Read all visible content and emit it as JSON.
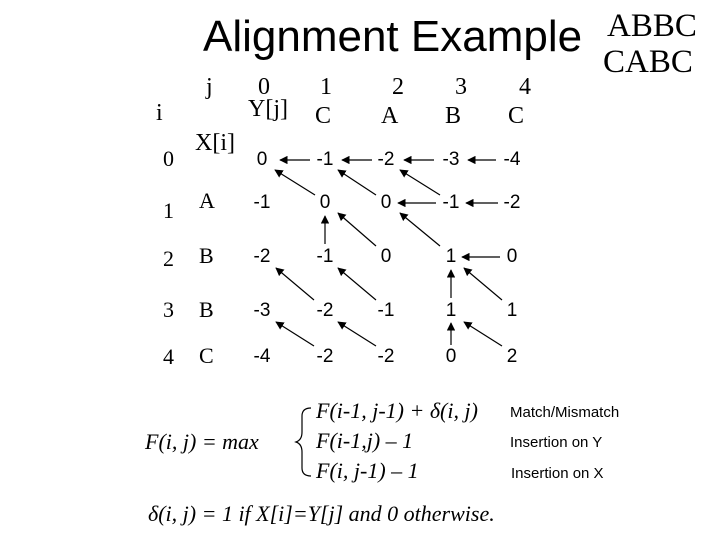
{
  "title": "Alignment Example",
  "sequences": [
    "ABBC",
    "CABC"
  ],
  "table": {
    "j_label": "j",
    "i_label": "i",
    "y_label": "Y[j]",
    "x_label": "X[i]",
    "col_indices": [
      "0",
      "1",
      "2",
      "3",
      "4"
    ],
    "col_chars": [
      "C",
      "A",
      "B",
      "C"
    ],
    "row_indices": [
      "0",
      "1",
      "2",
      "3",
      "4"
    ],
    "row_chars": [
      "A",
      "B",
      "B",
      "C"
    ],
    "cells": [
      [
        "0",
        "-1",
        "-2",
        "-3",
        "-4"
      ],
      [
        "-1",
        "0",
        "0",
        "-1",
        "-2"
      ],
      [
        "-2",
        "-1",
        "0",
        "1",
        "0"
      ],
      [
        "-3",
        "-2",
        "-1",
        "1",
        "1"
      ],
      [
        "-4",
        "-2",
        "-2",
        "0",
        "2"
      ]
    ]
  },
  "recurrence": {
    "lhs": "F(i, j) = max",
    "cases": [
      "F(i-1, j-1) + δ(i, j)",
      "F(i-1,j) – 1",
      "F(i, j-1) – 1"
    ],
    "notes": [
      "Match/Mismatch",
      "Insertion on Y",
      "Insertion on X"
    ]
  },
  "delta_definition": "δ(i, j) = 1 if X[i]=Y[j] and 0 otherwise."
}
